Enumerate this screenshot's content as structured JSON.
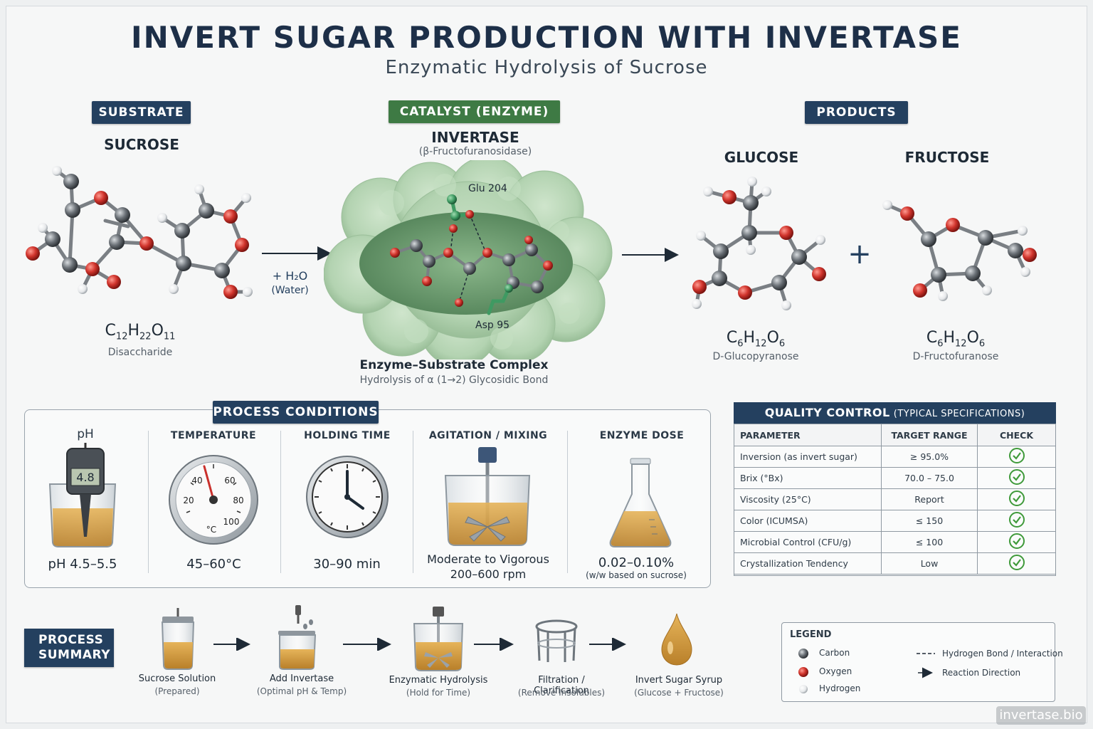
{
  "title": "INVERT SUGAR PRODUCTION WITH INVERTASE",
  "subtitle": "Enzymatic Hydrolysis of Sucrose",
  "substrate": {
    "tag": "SUBSTRATE",
    "name": "SUCROSE",
    "formula": [
      "C",
      "12",
      "H",
      "22",
      "O",
      "11"
    ],
    "desc": "Disaccharide",
    "water_label": "+ H₂O",
    "water_sub": "(Water)"
  },
  "catalyst": {
    "tag": "CATALYST (ENZYME)",
    "name": "INVERTASE",
    "sub": "(β-Fructofuranosidase)",
    "residue_top": "Glu 204",
    "residue_bottom": "Asp 95",
    "complex_label": "Enzyme–Substrate Complex",
    "complex_sub": "Hydrolysis of α (1→2) Glycosidic Bond"
  },
  "products": {
    "tag": "PRODUCTS",
    "plus": "+",
    "glucose": {
      "name": "GLUCOSE",
      "formula": [
        "C",
        "6",
        "H",
        "12",
        "O",
        "6"
      ],
      "desc": "D-Glucopyranose"
    },
    "fructose": {
      "name": "FRUCTOSE",
      "formula": [
        "C",
        "6",
        "H",
        "12",
        "O",
        "6"
      ],
      "desc": "D-Fructofuranose"
    }
  },
  "conditions": {
    "tag": "PROCESS CONDITIONS",
    "ph": {
      "title": "pH",
      "meter": "4.8",
      "value": "pH 4.5–5.5"
    },
    "temperature": {
      "title": "TEMPERATURE",
      "ticks": [
        "20",
        "40",
        "60",
        "80",
        "100"
      ],
      "unit": "°C",
      "value": "45–60°C"
    },
    "holding": {
      "title": "HOLDING TIME",
      "value": "30–90 min"
    },
    "agitation": {
      "title": "AGITATION / MIXING",
      "value": "Moderate to Vigorous",
      "value2": "200–600 rpm"
    },
    "dose": {
      "title": "ENZYME DOSE",
      "value": "0.02–0.10%",
      "value2": "(w/w based on sucrose)"
    }
  },
  "qc": {
    "title": "QUALITY CONTROL",
    "title_sub": "(TYPICAL SPECIFICATIONS)",
    "headers": [
      "PARAMETER",
      "TARGET RANGE",
      "CHECK"
    ],
    "rows": [
      [
        "Inversion (as invert sugar)",
        "≥ 95.0%"
      ],
      [
        "Brix (°Bx)",
        "70.0 – 75.0"
      ],
      [
        "Viscosity (25°C)",
        "Report"
      ],
      [
        "Color (ICUMSA)",
        "≤ 150"
      ],
      [
        "Microbial Control (CFU/g)",
        "≤ 100"
      ],
      [
        "Crystallization Tendency",
        "Low"
      ]
    ]
  },
  "summary": {
    "tag_line1": "PROCESS",
    "tag_line2": "SUMMARY",
    "steps": [
      {
        "label": "Sucrose Solution",
        "sub": "(Prepared)"
      },
      {
        "label": "Add Invertase",
        "sub": "(Optimal pH & Temp)"
      },
      {
        "label": "Enzymatic Hydrolysis",
        "sub": "(Hold for Time)"
      },
      {
        "label": "Filtration / Clarification",
        "sub": "(Remove Insolubles)"
      },
      {
        "label": "Invert Sugar Syrup",
        "sub": "(Glucose + Fructose)"
      }
    ]
  },
  "legend": {
    "title": "LEGEND",
    "carbon": "Carbon",
    "oxygen": "Oxygen",
    "hydrogen": "Hydrogen",
    "hbond": "Hydrogen Bond / Interaction",
    "reaction": "Reaction Direction"
  },
  "watermark": "invertase.bio",
  "colors": {
    "navy": "#24405f",
    "green": "#3e7a44",
    "carbon": "#555b61",
    "oxygen": "#c9302c",
    "hydrogen": "#f4f4f4",
    "check": "#3f9a3a"
  }
}
